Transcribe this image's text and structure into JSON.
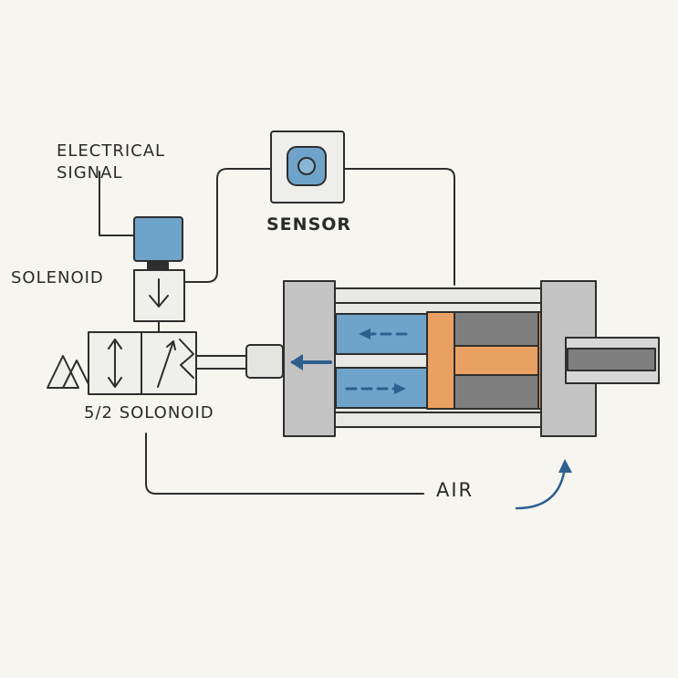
{
  "labels": {
    "electrical_signal_line1": "ELECTRICAL",
    "electrical_signal_line2": "SIGNAL",
    "sensor": "SENSOR",
    "solenoid": "SOLENOID",
    "valve": "5/2 SOLONOID",
    "air": "AIR"
  },
  "colors": {
    "background": "#f6f5f0",
    "line": "#2e2e2e",
    "blue_fill": "#6fa3c9",
    "blue_arrow": "#2f5f8f",
    "orange": "#e9a163",
    "gray_dark": "#7f7f7f",
    "gray_light": "#d7d7d7",
    "gray_mid": "#bdbdbd"
  }
}
